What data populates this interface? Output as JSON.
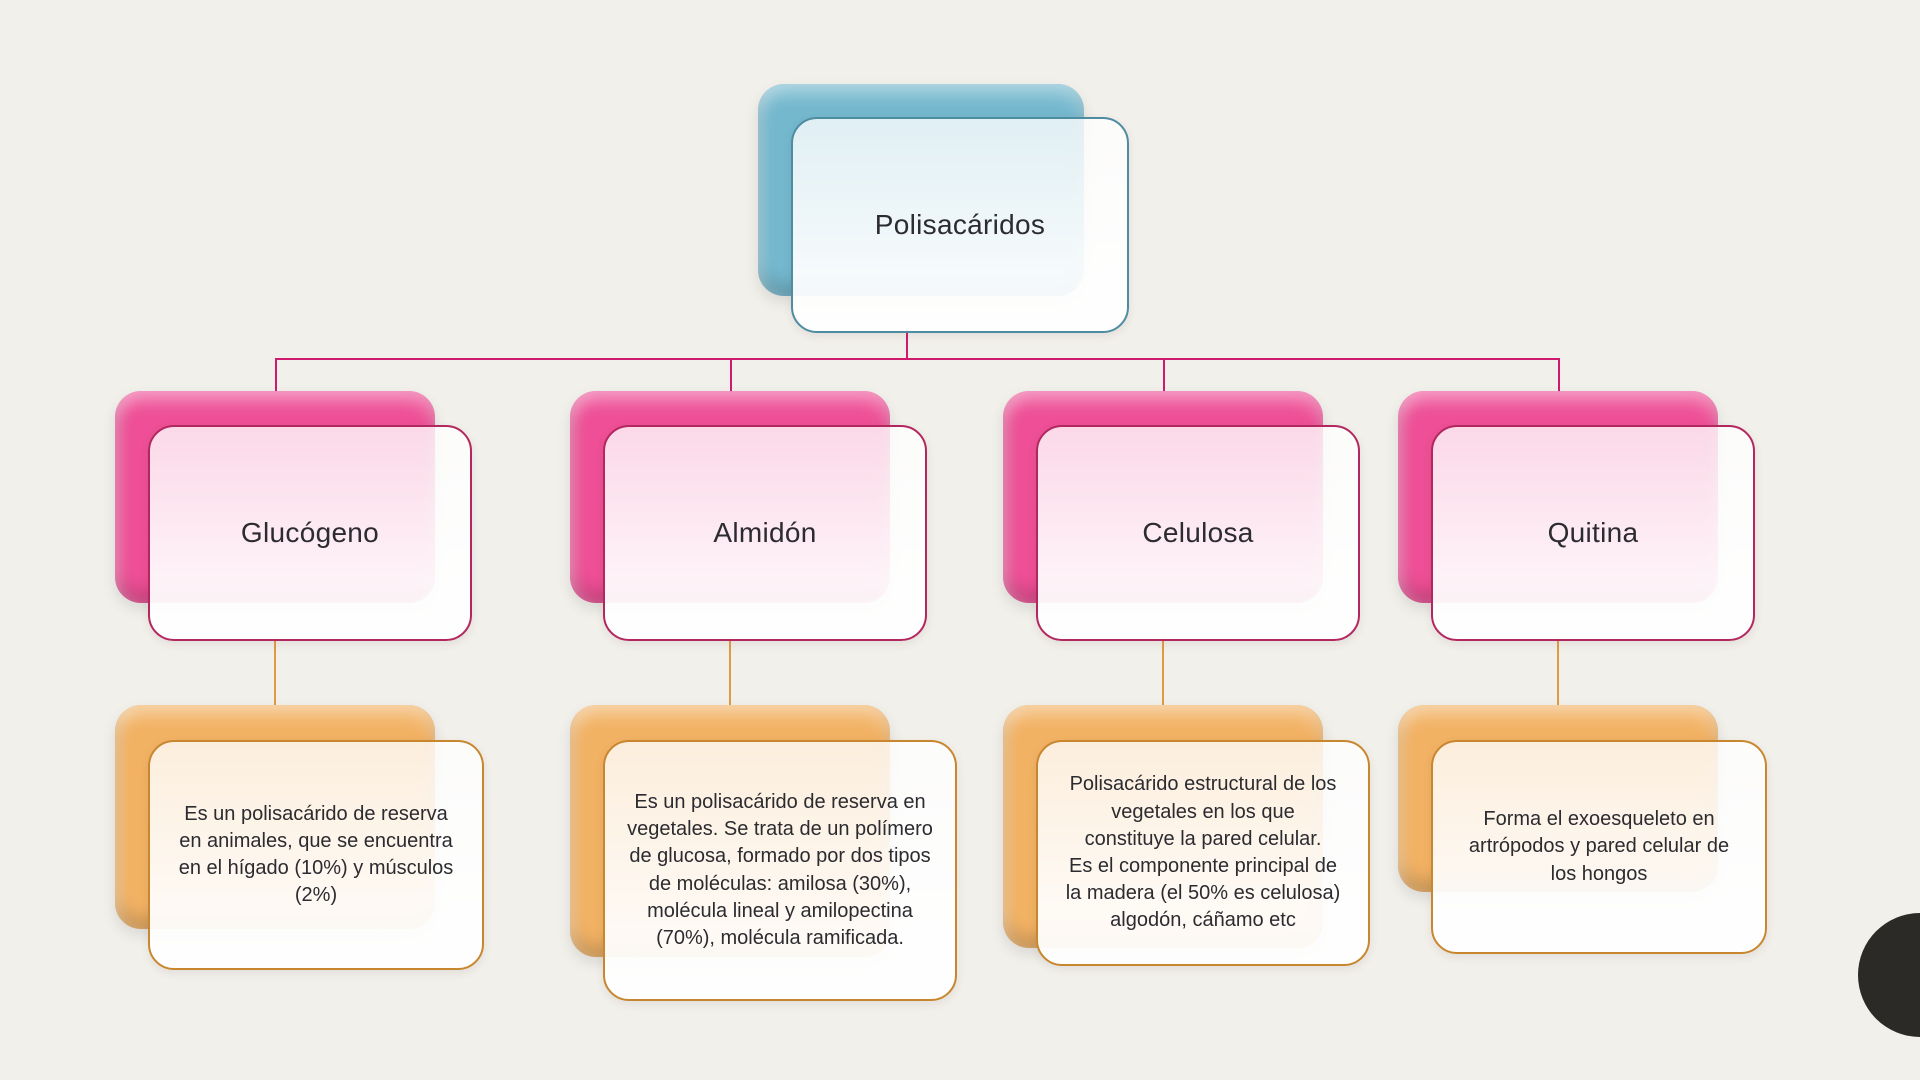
{
  "title": "Polisacáridos",
  "root": {
    "label": "Polisacáridos"
  },
  "branches": [
    {
      "label": "Glucógeno",
      "description": "Es un polisacárido de reserva\nen animales, que se encuentra\nen el hígado (10%) y músculos\n(2%)"
    },
    {
      "label": "Almidón",
      "description": "Es un polisacárido de reserva en\nvegetales. Se trata de un polímero\nde glucosa, formado por dos tipos\nde moléculas: amilosa (30%),\nmolécula lineal y amilopectina\n(70%), molécula ramificada."
    },
    {
      "label": "Celulosa",
      "description": "Polisacárido estructural de los\nvegetales en los que\nconstituye la pared celular.\nEs el componente principal de\nla madera (el 50% es celulosa)\nalgodón, cáñamo etc"
    },
    {
      "label": "Quitina",
      "description": "Forma el exoesqueleto en\nartrópodos y pared celular de\nlos hongos"
    }
  ],
  "colors": {
    "background": "#f2f0eb",
    "text": "#2b2b30",
    "blue_back": "#74b8ce",
    "blue_border": "#4e8ca2",
    "pink_back": "#ee4f96",
    "pink_border": "#b3275f",
    "pink_line": "#d01a6e",
    "orange_back": "#f2b264",
    "orange_border": "#c8872f",
    "orange_line": "#e29b44",
    "circle": "#2b2a27"
  }
}
